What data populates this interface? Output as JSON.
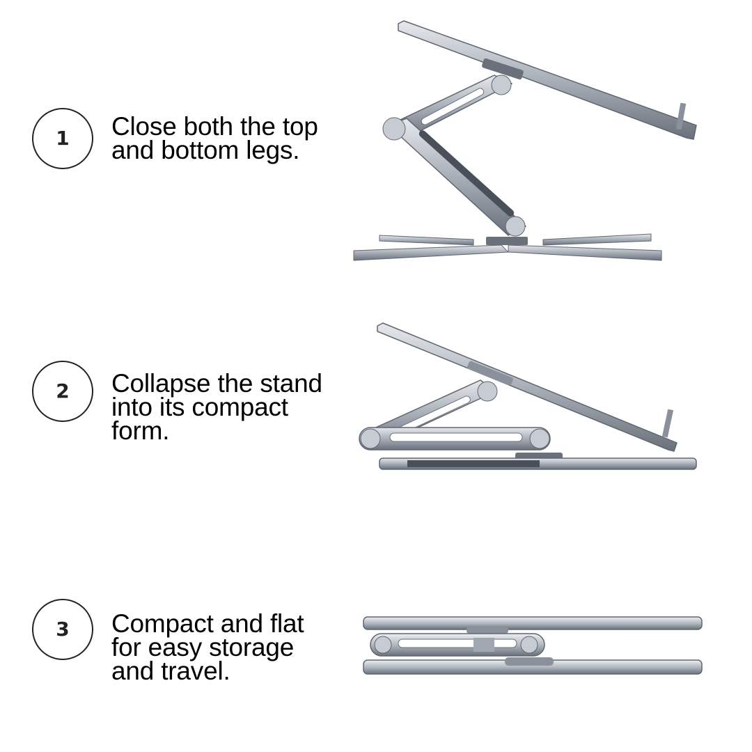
{
  "steps": [
    {
      "number": "1",
      "text": "Close both the top\nand bottom legs.",
      "image": "stand-open-icon"
    },
    {
      "number": "2",
      "text": "Collapse the stand\ninto its compact\nform.",
      "image": "stand-collapsing-icon"
    },
    {
      "number": "3",
      "text": "Compact and flat\nfor easy storage\nand travel.",
      "image": "stand-folded-flat-icon"
    }
  ],
  "colors": {
    "metal_light": "#d9dde3",
    "metal_mid": "#a9afb8",
    "metal_dark": "#5f6670",
    "outline": "#222222",
    "background": "#ffffff"
  }
}
